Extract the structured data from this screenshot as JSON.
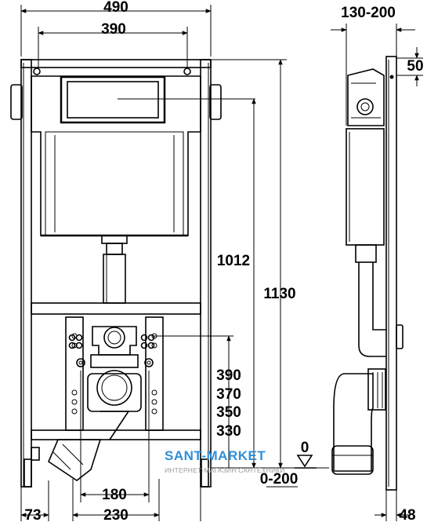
{
  "front_view": {
    "width_total": "490",
    "width_mounting": "390",
    "height_flush_button": "1012",
    "height_total": "1130",
    "outlet_heights": [
      "390",
      "370",
      "350",
      "330"
    ],
    "outlet_spacing": "180",
    "frame_width_lower": "230",
    "foot_offset": "73"
  },
  "side_view": {
    "depth_range": "130-200",
    "top_offset": "50",
    "floor_level": "0",
    "foot_adjust": "0-200",
    "foot_depth": "48"
  },
  "watermark": {
    "brand": "SANT-MARKET",
    "tagline": "ИНТЕРНЕТ-МАГАЗИН САНТЕХНИКИ"
  }
}
